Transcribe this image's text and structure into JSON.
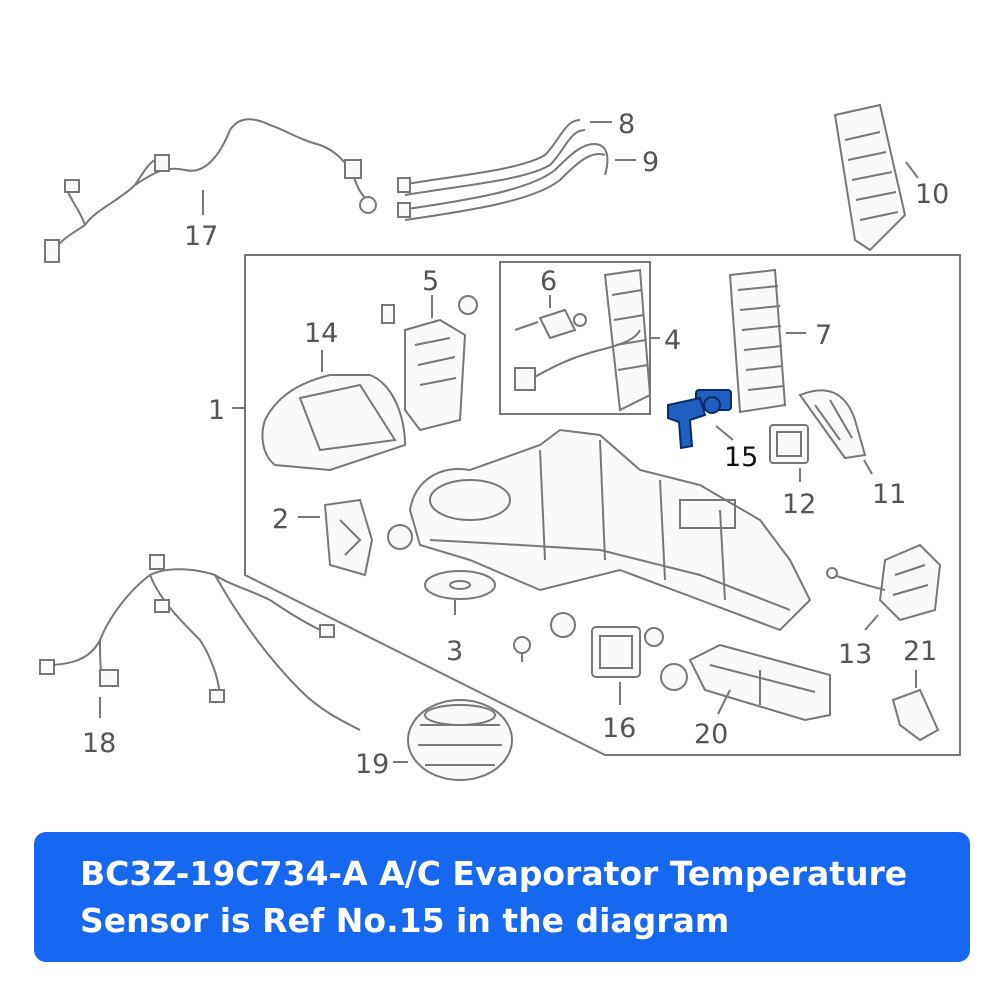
{
  "diagram": {
    "callouts": [
      "1",
      "2",
      "3",
      "4",
      "5",
      "6",
      "7",
      "8",
      "9",
      "10",
      "11",
      "12",
      "13",
      "14",
      "15",
      "16",
      "17",
      "18",
      "19",
      "20",
      "21"
    ],
    "highlighted_callout": "15",
    "colors": {
      "highlight": "#1e5fbf",
      "line_art": "#777777",
      "banner": "#1668f0"
    },
    "icons": [
      "wire-harness-icon",
      "ac-hose-icon",
      "heater-core-icon",
      "cabin-filter-icon",
      "evaporator-icon",
      "blower-motor-icon",
      "hvac-case-icon",
      "temperature-sensor-icon"
    ]
  },
  "caption": {
    "line1": "BC3Z-19C734-A A/C Evaporator Temperature",
    "line2": "Sensor is Ref No.15 in the diagram"
  }
}
